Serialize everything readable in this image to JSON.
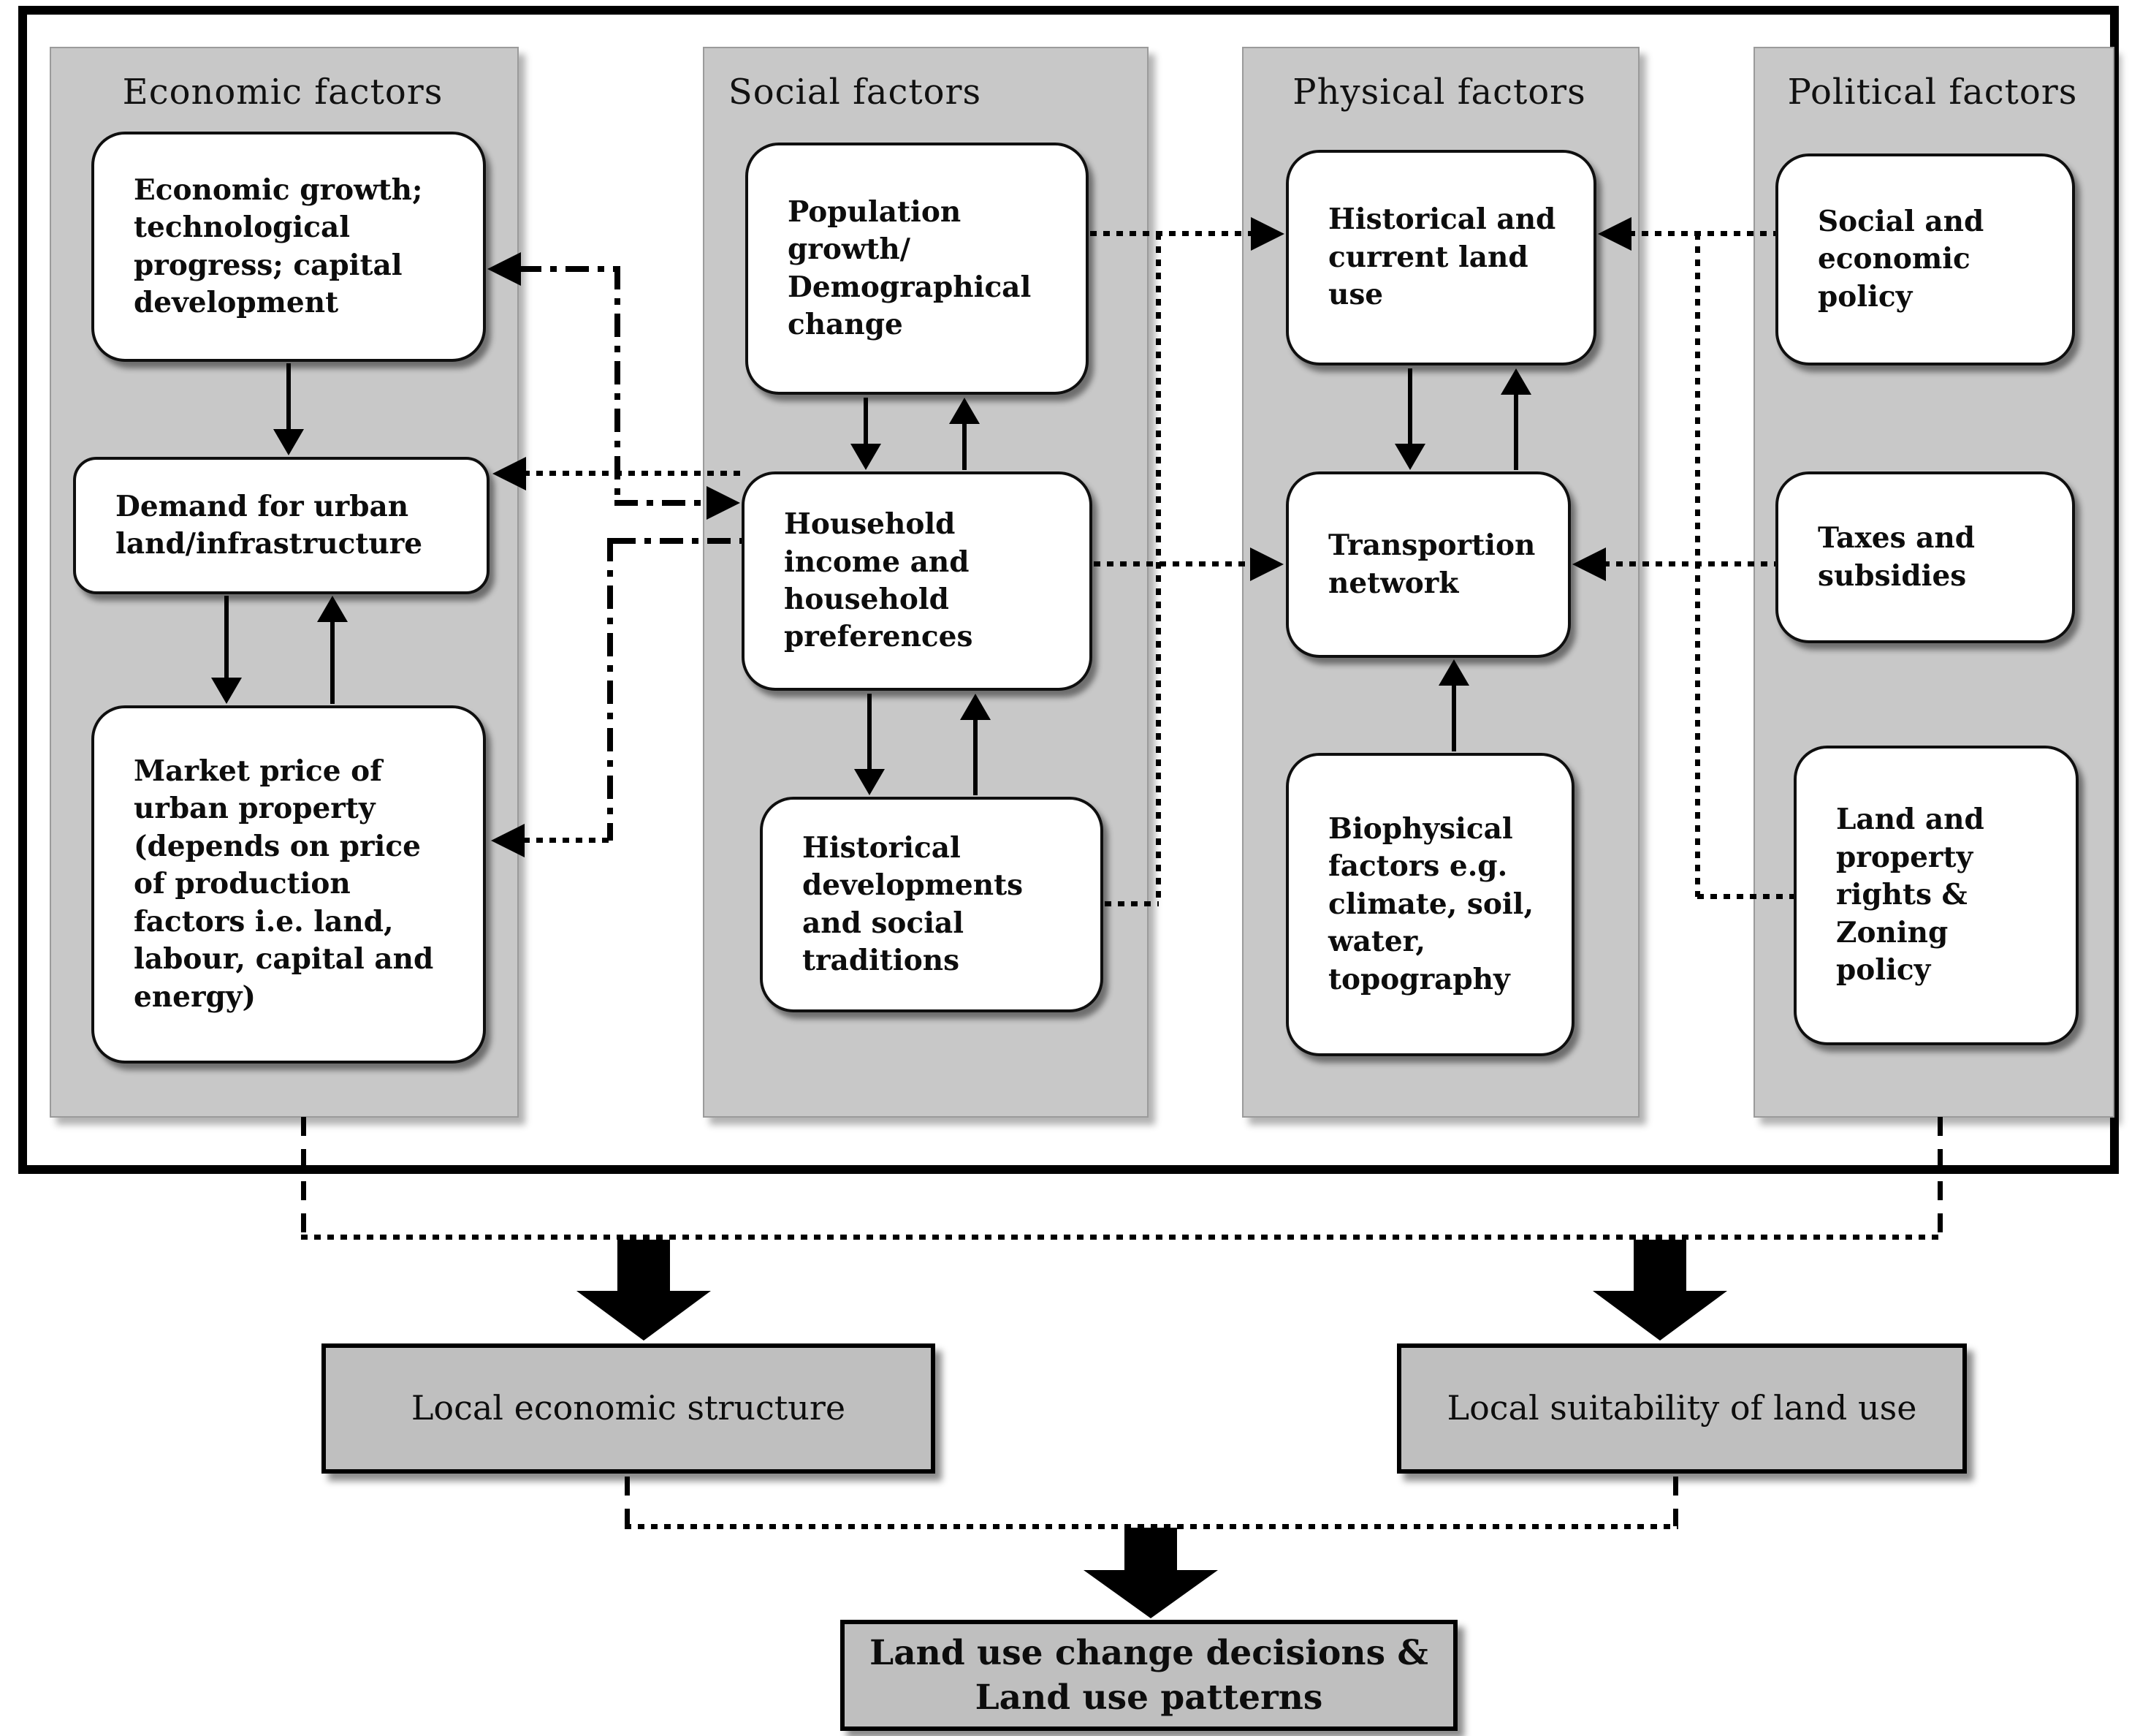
{
  "figure": {
    "columns": [
      {
        "id": "economic",
        "title": "Economic factors",
        "boxes": [
          {
            "id": "economic-growth",
            "text": "Economic growth;\ntechnological\nprogress; capital\ndevelopment"
          },
          {
            "id": "demand-urban-land",
            "text": "Demand for urban\nland/infrastructure"
          },
          {
            "id": "market-price",
            "text": "Market price of\nurban property\n(depends on price\nof production\nfactors i.e. land,\nlabour, capital and\nenergy)"
          }
        ]
      },
      {
        "id": "social",
        "title": "Social factors",
        "boxes": [
          {
            "id": "population-growth",
            "text": "Population\ngrowth/\nDemographical\nchange"
          },
          {
            "id": "household-income",
            "text": "Household\nincome and\nhousehold\npreferences"
          },
          {
            "id": "historical-developments",
            "text": "Historical\ndevelopments\nand social\ntraditions"
          }
        ]
      },
      {
        "id": "physical",
        "title": "Physical factors",
        "boxes": [
          {
            "id": "historical-current-land-use",
            "text": "Historical and\ncurrent land\nuse"
          },
          {
            "id": "transportation-network",
            "text": "Transportion\nnetwork"
          },
          {
            "id": "biophysical-factors",
            "text": "Biophysical\nfactors e.g.\nclimate, soil,\nwater,\ntopography"
          }
        ]
      },
      {
        "id": "political",
        "title": "Political factors",
        "boxes": [
          {
            "id": "social-economic-policy",
            "text": "Social and\neconomic\npolicy"
          },
          {
            "id": "taxes-subsidies",
            "text": "Taxes and\nsubsidies"
          },
          {
            "id": "land-property-rights",
            "text": "Land and\nproperty\nrights &\nZoning\npolicy"
          }
        ]
      }
    ],
    "outputs": [
      {
        "id": "local-economic-structure",
        "text": "Local economic structure"
      },
      {
        "id": "local-suitability-land-use",
        "text": "Local suitability of land use"
      },
      {
        "id": "land-use-change",
        "text": "Land use change decisions &\nLand use patterns"
      }
    ],
    "colors": {
      "panel_fill": "#c8c8c8",
      "panel_border": "#9b9b9b",
      "box_fill": "#ffffff",
      "box_border": "#0f0f0f",
      "output_fill": "#bfbfbf",
      "line": "#000000",
      "text": "#0d0d0d",
      "background": "#ffffff"
    }
  }
}
